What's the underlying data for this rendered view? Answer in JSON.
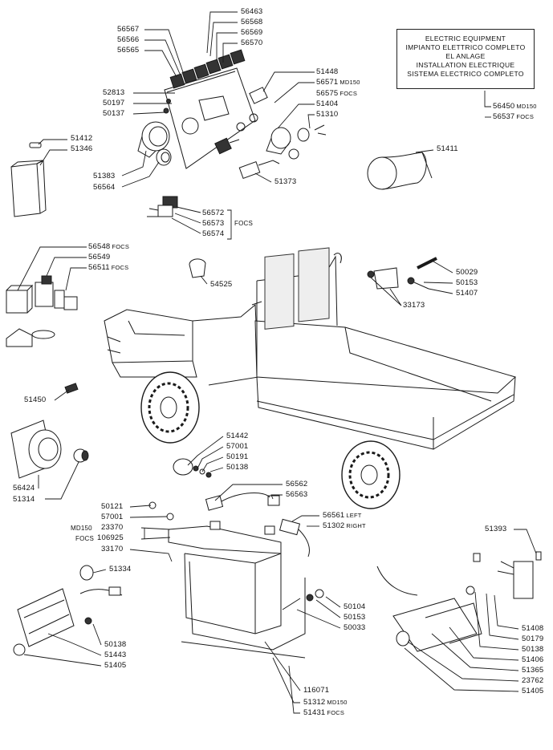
{
  "title_box": {
    "lines": [
      "ELECTRIC EQUIPMENT",
      "IMPIANTO ELETTRICO COMPLETO",
      "EL ANLAGE",
      "INSTALLATION ELECTRIQUE",
      "SISTEMA ELECTRICO COMPLETO"
    ]
  },
  "labels": [
    {
      "id": "l56463",
      "text": "56463"
    },
    {
      "id": "l56568",
      "text": "56568"
    },
    {
      "id": "l56569",
      "text": "56569"
    },
    {
      "id": "l56570",
      "text": "56570"
    },
    {
      "id": "l56567",
      "text": "56567"
    },
    {
      "id": "l56566",
      "text": "56566"
    },
    {
      "id": "l56565",
      "text": "56565"
    },
    {
      "id": "l51448",
      "text": "51448"
    },
    {
      "id": "l56571",
      "text": "56571",
      "suffix": "MD150"
    },
    {
      "id": "l56575",
      "text": "56575",
      "suffix": "FOCS"
    },
    {
      "id": "l51404",
      "text": "51404"
    },
    {
      "id": "l51310",
      "text": "51310"
    },
    {
      "id": "l52813",
      "text": "52813"
    },
    {
      "id": "l50197",
      "text": "50197"
    },
    {
      "id": "l50137",
      "text": "50137"
    },
    {
      "id": "l56450",
      "text": "56450",
      "suffix": "MD150"
    },
    {
      "id": "l56537",
      "text": "56537",
      "suffix": "FOCS"
    },
    {
      "id": "l51412",
      "text": "51412"
    },
    {
      "id": "l51346",
      "text": "51346"
    },
    {
      "id": "l51411",
      "text": "51411"
    },
    {
      "id": "l51383",
      "text": "51383"
    },
    {
      "id": "l56564",
      "text": "56564"
    },
    {
      "id": "l51373",
      "text": "51373"
    },
    {
      "id": "l56572",
      "text": "56572"
    },
    {
      "id": "l56573",
      "text": "56573"
    },
    {
      "id": "l56574",
      "text": "56574"
    },
    {
      "id": "lfocs1",
      "text": "FOCS"
    },
    {
      "id": "l56548",
      "text": "56548",
      "suffix": "FOCS"
    },
    {
      "id": "l56549",
      "text": "56549"
    },
    {
      "id": "l56511",
      "text": "56511",
      "suffix": "FOCS"
    },
    {
      "id": "l54525",
      "text": "54525"
    },
    {
      "id": "l50029",
      "text": "50029"
    },
    {
      "id": "l50153a",
      "text": "50153"
    },
    {
      "id": "l51407",
      "text": "51407"
    },
    {
      "id": "l33173",
      "text": "33173"
    },
    {
      "id": "l51450",
      "text": "51450"
    },
    {
      "id": "l51442",
      "text": "51442"
    },
    {
      "id": "l57001a",
      "text": "57001"
    },
    {
      "id": "l50191",
      "text": "50191"
    },
    {
      "id": "l50138a",
      "text": "50138"
    },
    {
      "id": "l56424",
      "text": "56424"
    },
    {
      "id": "l51314",
      "text": "51314"
    },
    {
      "id": "l56562",
      "text": "56562"
    },
    {
      "id": "l56563",
      "text": "56563"
    },
    {
      "id": "l56561",
      "text": "56561",
      "suffix": "LEFT"
    },
    {
      "id": "l51302",
      "text": "51302",
      "suffix": "RIGHT"
    },
    {
      "id": "l50121",
      "text": "50121"
    },
    {
      "id": "l57001b",
      "text": "57001"
    },
    {
      "id": "lmd150",
      "text": "MD150",
      "sizesmall": true
    },
    {
      "id": "l23370",
      "text": "23370"
    },
    {
      "id": "lfocs2",
      "text": "FOCS",
      "sizesmall": true
    },
    {
      "id": "l106925",
      "text": "106925"
    },
    {
      "id": "l33170",
      "text": "33170"
    },
    {
      "id": "l51393",
      "text": "51393"
    },
    {
      "id": "l51334",
      "text": "51334"
    },
    {
      "id": "l50104",
      "text": "50104"
    },
    {
      "id": "l50153b",
      "text": "50153"
    },
    {
      "id": "l50033",
      "text": "50033"
    },
    {
      "id": "l51408",
      "text": "51408"
    },
    {
      "id": "l50179",
      "text": "50179"
    },
    {
      "id": "l50138c",
      "text": "50138"
    },
    {
      "id": "l51406",
      "text": "51406"
    },
    {
      "id": "l51365",
      "text": "51365"
    },
    {
      "id": "l23762",
      "text": "23762"
    },
    {
      "id": "l51405b",
      "text": "51405"
    },
    {
      "id": "l50138b",
      "text": "50138"
    },
    {
      "id": "l51443",
      "text": "51443"
    },
    {
      "id": "l51405a",
      "text": "51405"
    },
    {
      "id": "l116071",
      "text": "116071"
    },
    {
      "id": "l51312",
      "text": "51312",
      "suffix": "MD150"
    },
    {
      "id": "l51431",
      "text": "51431",
      "suffix": "FOCS"
    }
  ]
}
